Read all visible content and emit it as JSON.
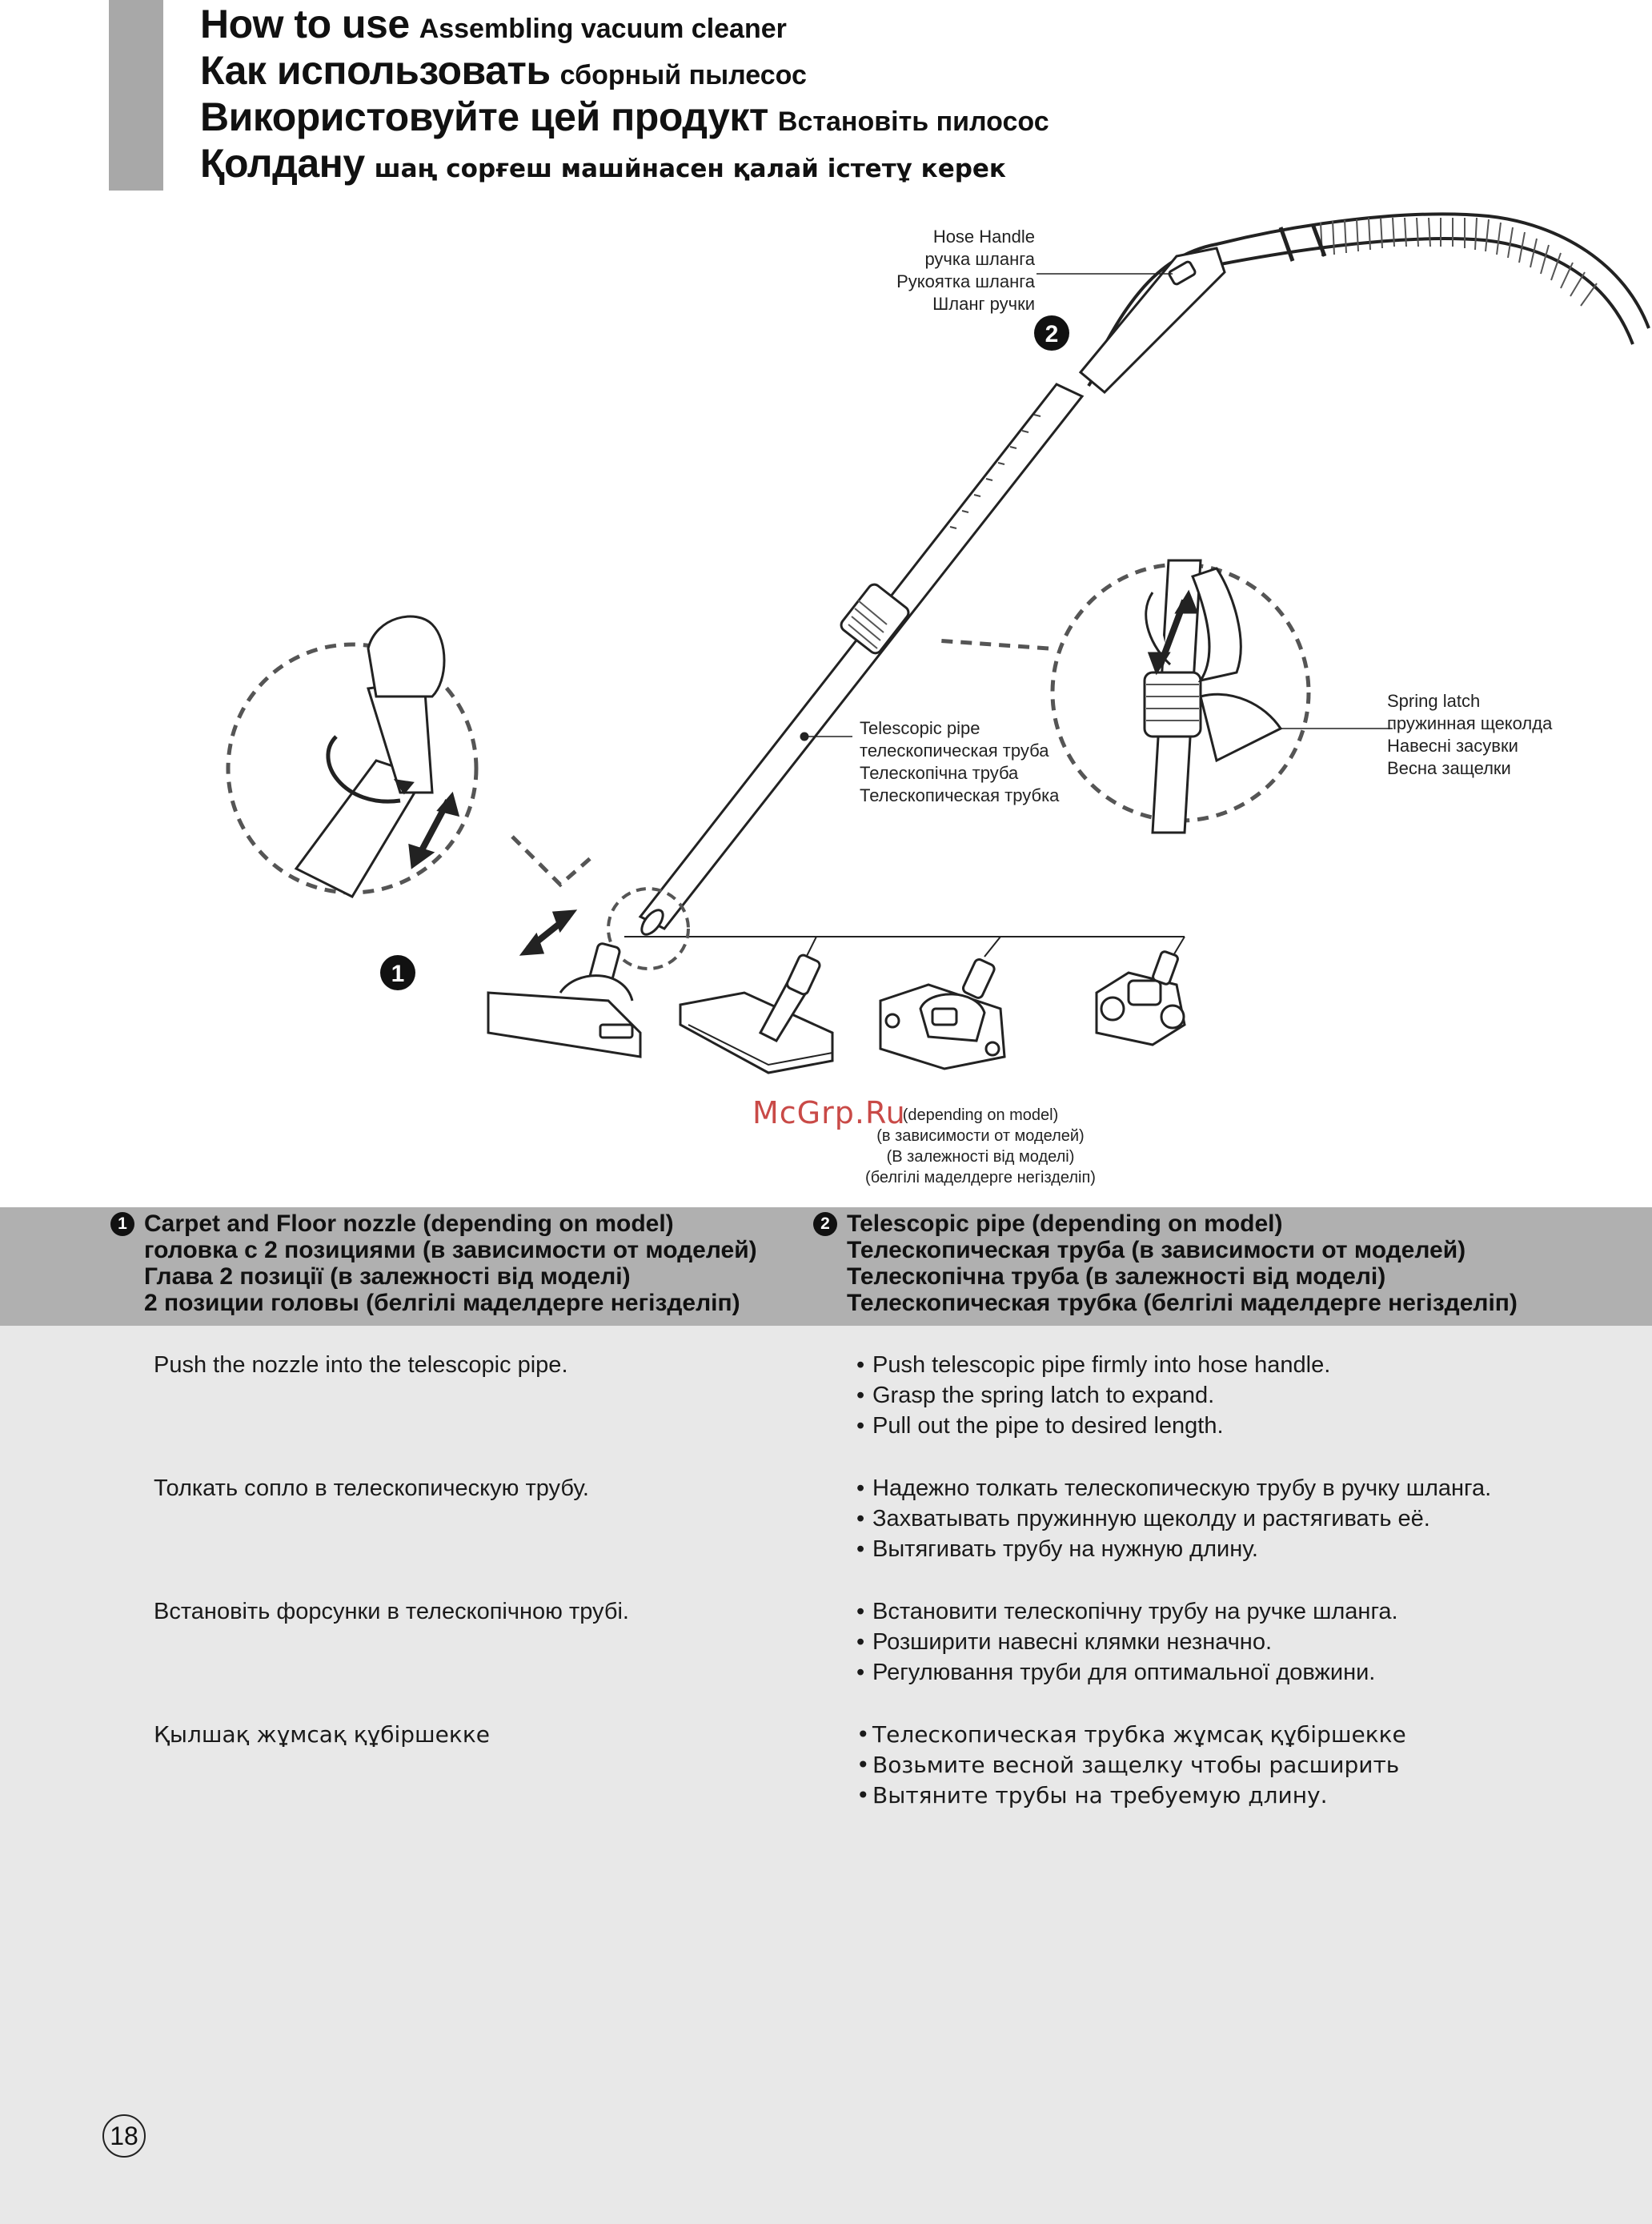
{
  "header": {
    "lines": [
      {
        "main": "How to use",
        "sub": "Assembling vacuum cleaner"
      },
      {
        "main": "Как использовать",
        "sub": "сборный пылесос"
      },
      {
        "main": "Використовуйте цей продукт",
        "sub": "Встановіть пилосос"
      },
      {
        "main": "Қолдану",
        "sub": "шаң сорғеш машйнасен қалай істетұ керек"
      }
    ]
  },
  "diagram": {
    "callout_numbers": [
      "1",
      "2"
    ],
    "hose_handle": [
      "Hose Handle",
      "ручка шланга",
      "Рукоятка шланга",
      "Шланг ручки"
    ],
    "telescopic_pipe": [
      "Telescopic pipe",
      "телескопическая труба",
      "Телескопічна труба",
      "Телескопическая трубка"
    ],
    "spring_latch": [
      "Spring latch",
      "пружинная щеколда",
      "Навесні засувки",
      "Весна защелки"
    ],
    "depending": [
      "(depending on model)",
      "(в зависимости от моделей)",
      "(В залежності від моделі)",
      "(белгілі маделдерге негізделіп)"
    ]
  },
  "watermark": "McGrp.Ru",
  "sections": [
    {
      "number": "1",
      "title_lines": [
        "Carpet and Floor nozzle (depending on model)",
        "головка с 2 позициями (в зависимости от моделей)",
        "Глава 2 позиції (в залежності від моделі)",
        "2 позиции головы (белгілі маделдерге негізделіп)"
      ],
      "paragraphs": [
        "Push the nozzle into the telescopic pipe.",
        "Толкать сопло в телескопическую трубу.",
        "Встановіть форсунки в телескопічною трубі.",
        "Қылшақ жұмсақ құбіршекке"
      ]
    },
    {
      "number": "2",
      "title_lines": [
        "Telescopic pipe (depending on model)",
        "Телескопическая труба (в зависимости от моделей)",
        "Телескопічна труба (в залежності від моделі)",
        "Телескопическая трубка (белгілі маделдерге негізделіп)"
      ],
      "groups": [
        [
          "Push telescopic pipe firmly into hose handle.",
          "Grasp the spring latch to expand.",
          "Pull out the pipe to desired length."
        ],
        [
          "Надежно толкать телескопическую трубу в ручку шланга.",
          "Захватывать пружинную щеколду и растягивать её.",
          "Вытягивать трубу на нужную длину."
        ],
        [
          "Встановити телескопічну трубу на ручке шланга.",
          "Розширити навесні клямки незначно.",
          "Регулювання труби для оптимальної довжини."
        ],
        [
          "Телескопическая трубка жұмсақ құбіршекке",
          "Возьмите весной защелку чтобы расширить",
          "Вытяните трубы на требуемую длину."
        ]
      ]
    }
  ],
  "page_number": "18"
}
